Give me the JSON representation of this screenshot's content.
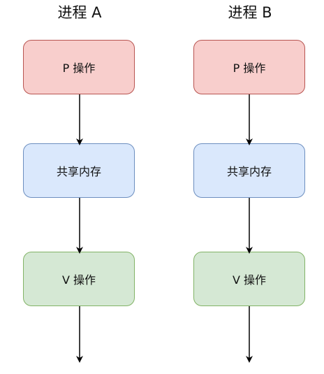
{
  "columns": [
    {
      "title": "进程 A",
      "boxes": [
        "P 操作",
        "共享内存",
        "V 操作"
      ]
    },
    {
      "title": "进程 B",
      "boxes": [
        "P 操作",
        "共享内存",
        "V 操作"
      ]
    }
  ],
  "colors": {
    "p_fill": "#f8cecc",
    "p_stroke": "#b85450",
    "shared_fill": "#dae8fc",
    "shared_stroke": "#6c8ebf",
    "v_fill": "#d5e8d4",
    "v_stroke": "#82b366",
    "arrow": "#000000"
  }
}
